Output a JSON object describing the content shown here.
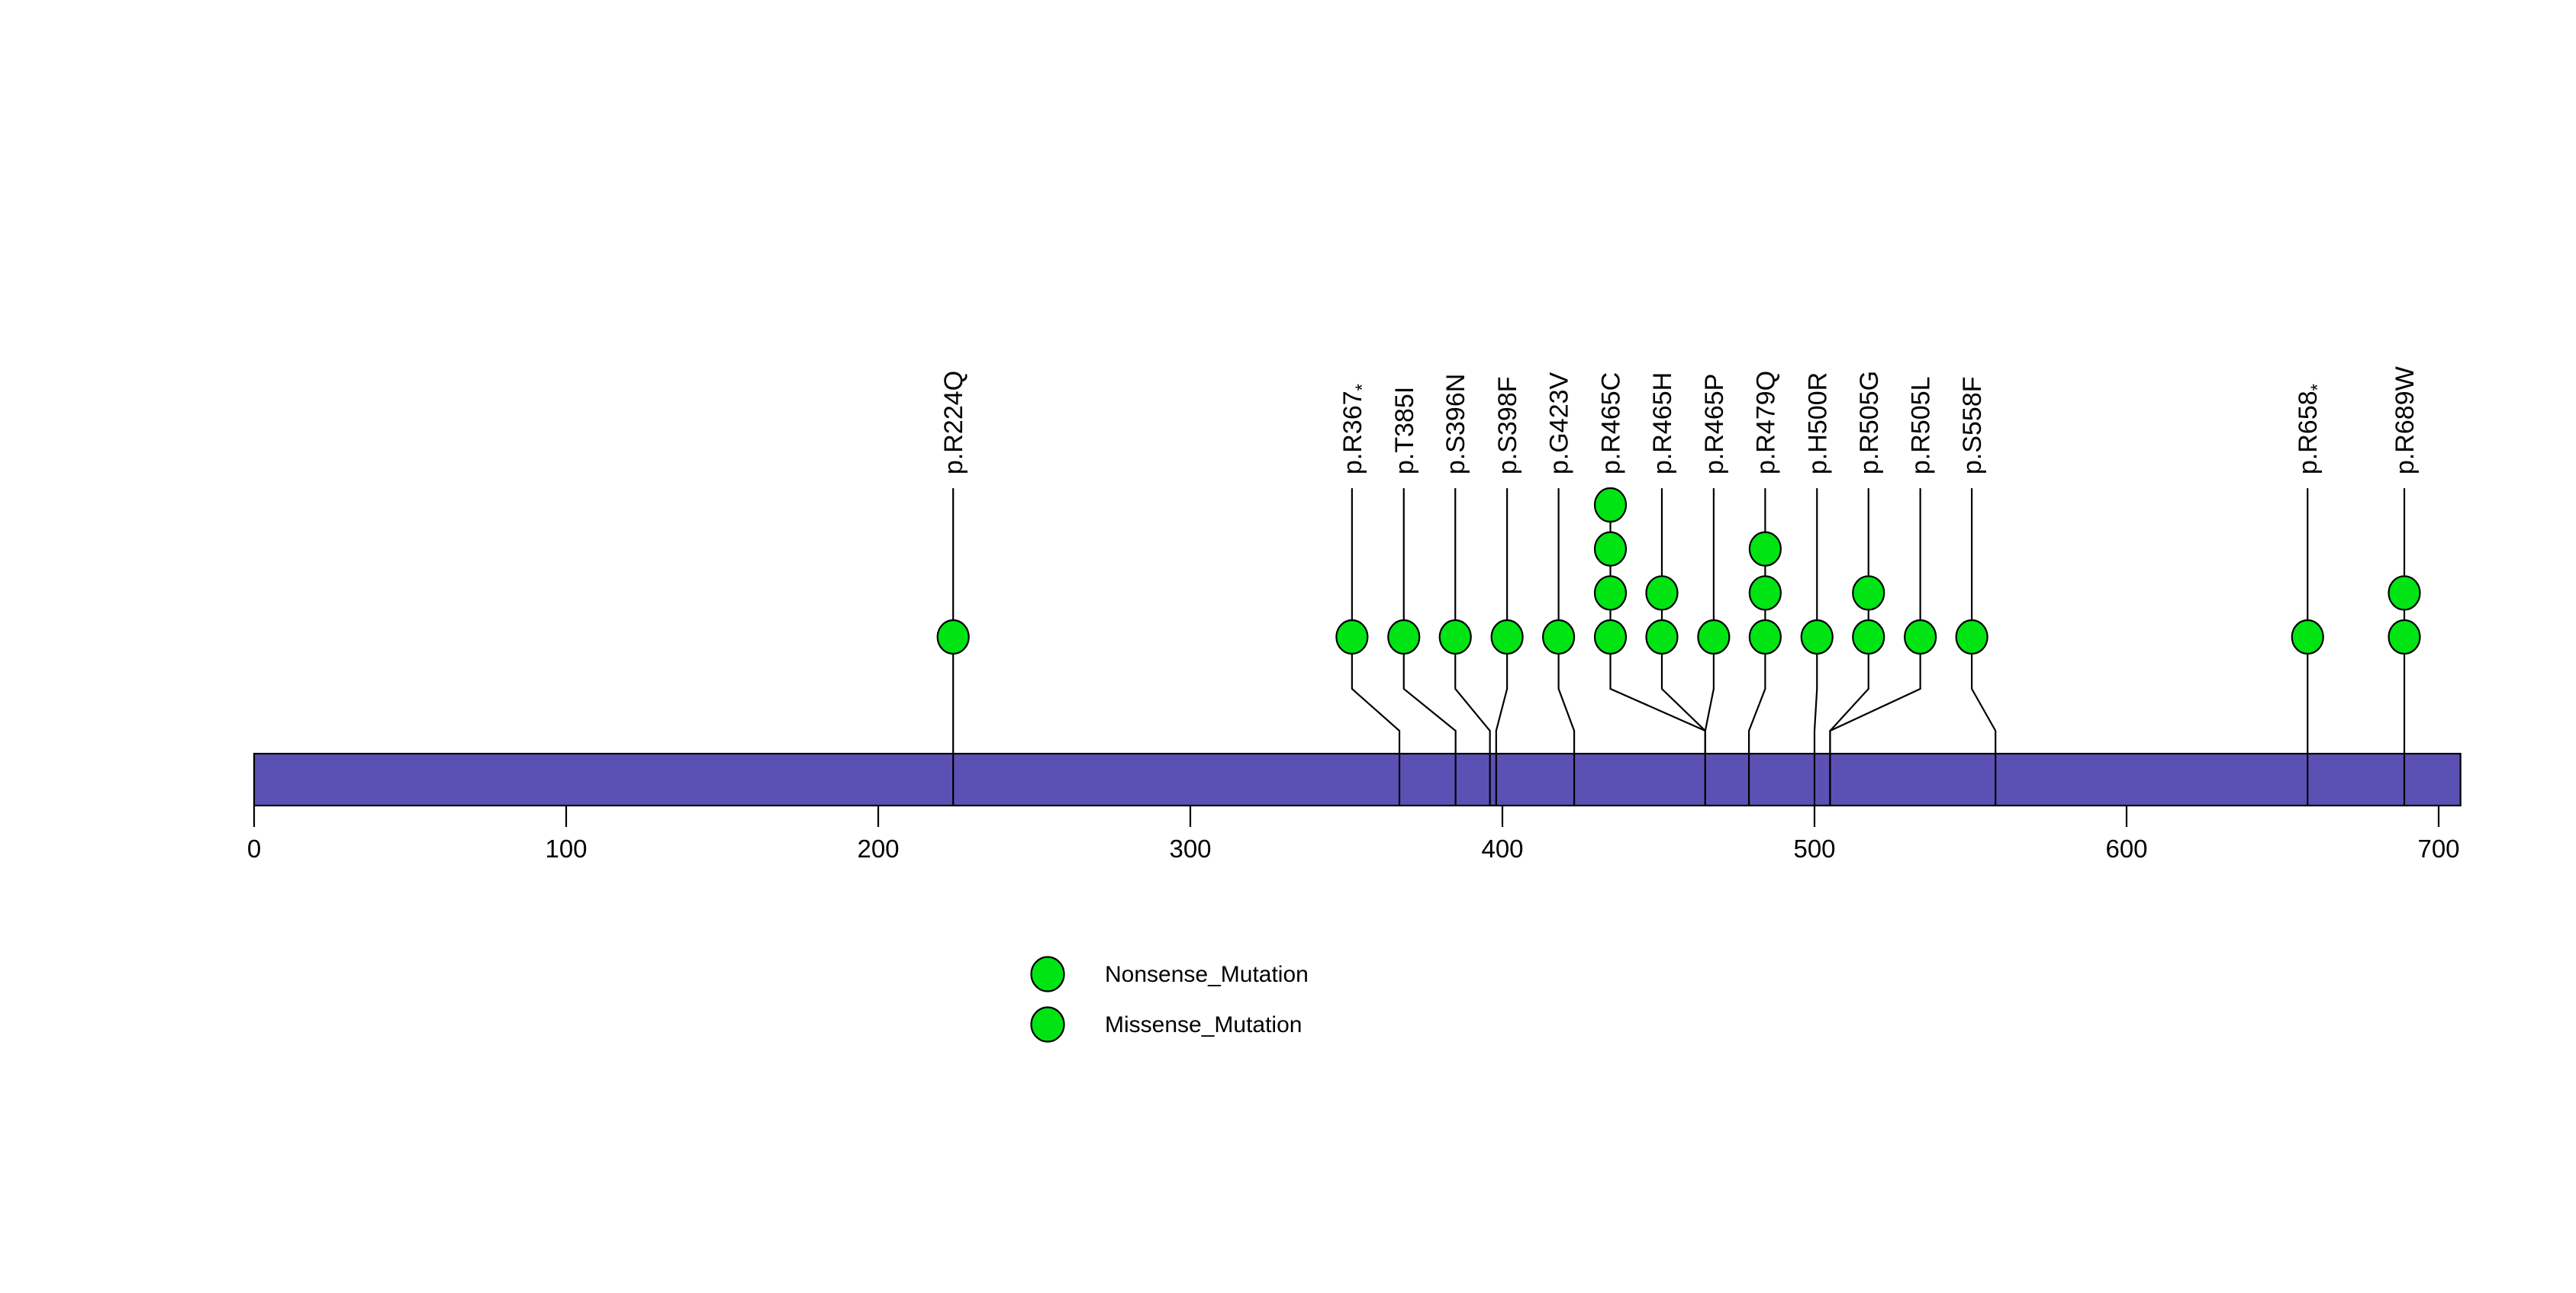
{
  "figure": {
    "background": "#ffffff",
    "title": ""
  },
  "chart_data": {
    "type": "lollipop",
    "description": "Protein mutation lollipop plot with amino-acid axis, stacked mutation circles, rotated HGVS protein-change labels and legend",
    "protein": {
      "start_aa": 0,
      "length_aa": 707,
      "bar_color": "#5B51B5",
      "bar_border_color": "#000000"
    },
    "x_axis": {
      "ticks": [
        0,
        100,
        200,
        300,
        400,
        500,
        600,
        700
      ],
      "range": [
        0,
        707
      ],
      "grid": false
    },
    "point_color": "#00E414",
    "point_border_color": "#000000",
    "line_color": "#000000",
    "mutations": [
      {
        "label": "p.R224Q",
        "pos": 224,
        "count": 1,
        "label_at": 224,
        "type": "Missense_Mutation"
      },
      {
        "label": "p.R367*",
        "pos": 367,
        "count": 1,
        "label_at": 351.8,
        "type": "Nonsense_Mutation"
      },
      {
        "label": "p.T385I",
        "pos": 385,
        "count": 1,
        "label_at": 368.4,
        "type": "Missense_Mutation"
      },
      {
        "label": "p.S396N",
        "pos": 396,
        "count": 1,
        "label_at": 384.9,
        "type": "Missense_Mutation"
      },
      {
        "label": "p.S398F",
        "pos": 398,
        "count": 1,
        "label_at": 401.5,
        "type": "Missense_Mutation"
      },
      {
        "label": "p.G423V",
        "pos": 423,
        "count": 1,
        "label_at": 418.0,
        "type": "Missense_Mutation"
      },
      {
        "label": "p.R465C",
        "pos": 465,
        "count": 4,
        "label_at": 434.6,
        "type": "Missense_Mutation"
      },
      {
        "label": "p.R465H",
        "pos": 465,
        "count": 2,
        "label_at": 451.1,
        "type": "Missense_Mutation"
      },
      {
        "label": "p.R465P",
        "pos": 465,
        "count": 1,
        "label_at": 467.7,
        "type": "Missense_Mutation"
      },
      {
        "label": "p.R479Q",
        "pos": 479,
        "count": 3,
        "label_at": 484.2,
        "type": "Missense_Mutation"
      },
      {
        "label": "p.H500R",
        "pos": 500,
        "count": 1,
        "label_at": 500.8,
        "type": "Missense_Mutation"
      },
      {
        "label": "p.R505G",
        "pos": 505,
        "count": 2,
        "label_at": 517.3,
        "type": "Missense_Mutation"
      },
      {
        "label": "p.R505L",
        "pos": 505,
        "count": 1,
        "label_at": 533.9,
        "type": "Missense_Mutation"
      },
      {
        "label": "p.S558F",
        "pos": 558,
        "count": 1,
        "label_at": 550.4,
        "type": "Missense_Mutation"
      },
      {
        "label": "p.R658*",
        "pos": 658,
        "count": 1,
        "label_at": 658,
        "type": "Nonsense_Mutation"
      },
      {
        "label": "p.R689W",
        "pos": 689,
        "count": 2,
        "label_at": 689,
        "type": "Missense_Mutation"
      }
    ],
    "legend": {
      "position": "bottom-left-of-center",
      "items": [
        {
          "label": "Nonsense_Mutation",
          "color": "#00E414",
          "swatch": "circle"
        },
        {
          "label": "Missense_Mutation",
          "color": "#00E414",
          "swatch": "circle"
        }
      ]
    }
  }
}
